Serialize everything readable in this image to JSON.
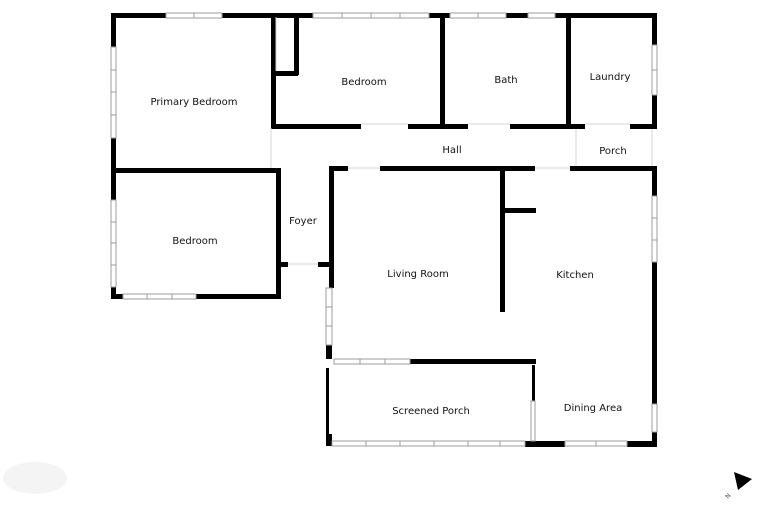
{
  "plan": {
    "wall_color": "#000000",
    "window_color": "#bdbdbd",
    "rooms": [
      {
        "id": "primary-bedroom",
        "label": "Primary Bedroom"
      },
      {
        "id": "bedroom-north",
        "label": "Bedroom"
      },
      {
        "id": "bath",
        "label": "Bath"
      },
      {
        "id": "laundry",
        "label": "Laundry"
      },
      {
        "id": "hall",
        "label": "Hall"
      },
      {
        "id": "porch",
        "label": "Porch"
      },
      {
        "id": "foyer",
        "label": "Foyer"
      },
      {
        "id": "bedroom-west",
        "label": "Bedroom"
      },
      {
        "id": "living-room",
        "label": "Living Room"
      },
      {
        "id": "kitchen",
        "label": "Kitchen"
      },
      {
        "id": "screened-porch",
        "label": "Screened Porch"
      },
      {
        "id": "dining-area",
        "label": "Dining Area"
      }
    ],
    "compass": {
      "label": "N",
      "icon": "north-arrow-icon"
    }
  }
}
